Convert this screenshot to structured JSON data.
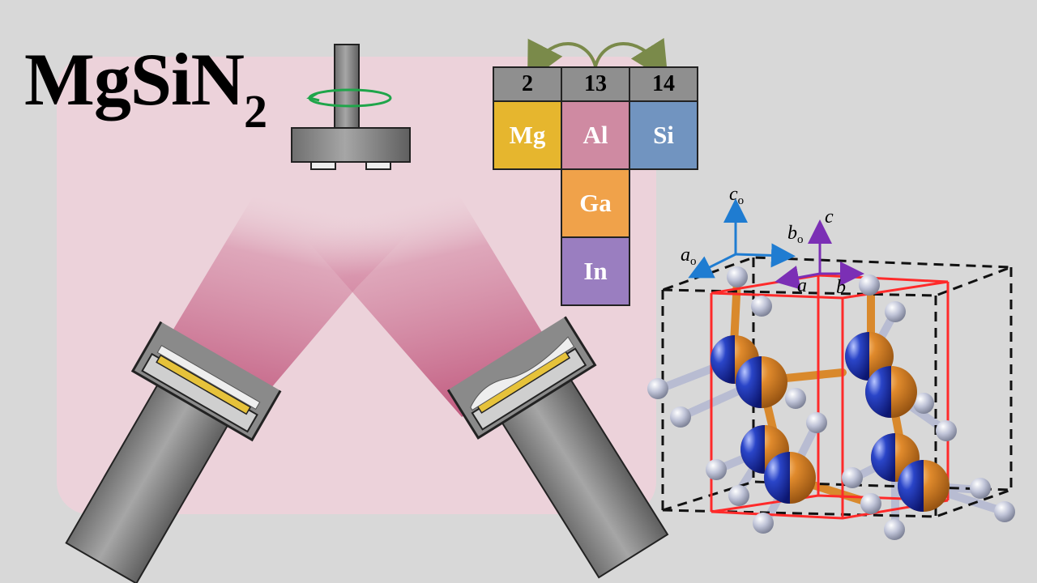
{
  "title": {
    "formula": "MgSiN",
    "subscript": "2"
  },
  "periodic_table": {
    "groups": [
      "2",
      "13",
      "14"
    ],
    "elements": [
      {
        "symbol": "Mg",
        "color": "#e6b62e"
      },
      {
        "symbol": "Al",
        "color": "#cf8aa2"
      },
      {
        "symbol": "Si",
        "color": "#7194c0"
      },
      {
        "symbol": "Ga",
        "color": "#f0a24a"
      },
      {
        "symbol": "In",
        "color": "#9a7ec0"
      }
    ]
  },
  "axes": {
    "orthorhombic": {
      "c": "c",
      "b": "b",
      "a": "a",
      "sub": "o"
    },
    "wurtzite": {
      "c": "c",
      "a": "a",
      "b": "b"
    }
  },
  "colors": {
    "plasma": "#b9466f",
    "background_panel": "#ecd2da",
    "cation": "#e08a2c",
    "anion": "#2a45c8",
    "nitrogen": "#c0c4d8",
    "unit_cell": "#ff2a2a",
    "rotation_arrow": "#1fa54a",
    "axis_ortho": "#1f7cd1",
    "axis_wurtzite": "#7b2fb5"
  }
}
